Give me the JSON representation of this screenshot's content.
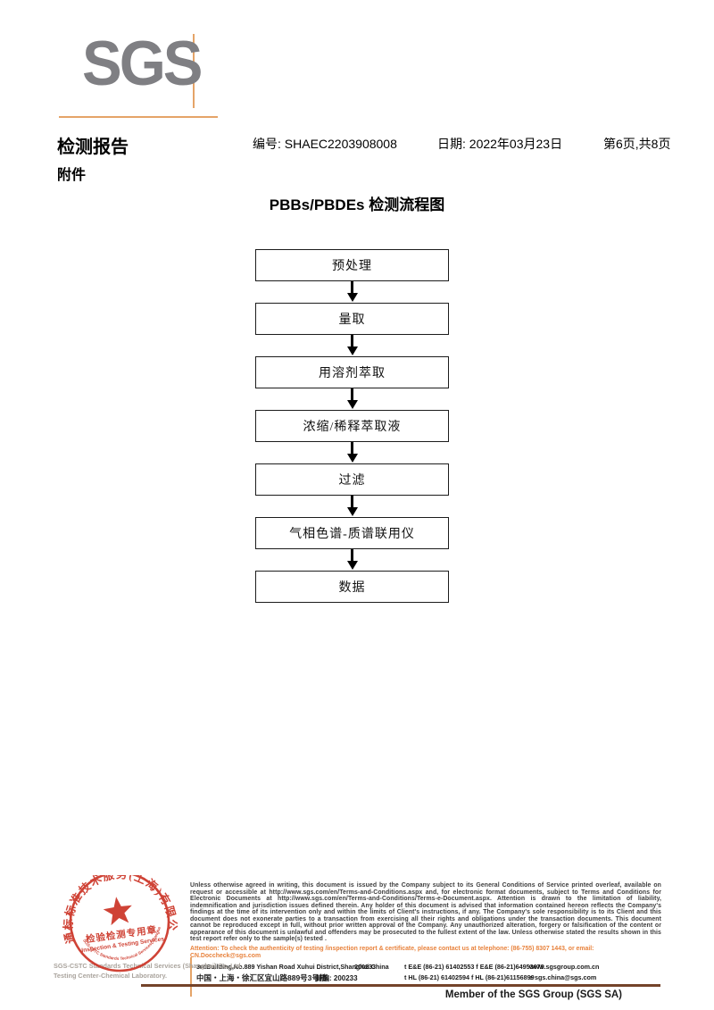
{
  "logo": {
    "text": "SGS"
  },
  "header": {
    "report_title": "检测报告",
    "report_no": "编号: SHAEC2203908008",
    "date": "日期: 2022年03月23日",
    "page_info": "第6页,共8页",
    "attachment_label": "附件"
  },
  "flowchart": {
    "title": "PBBs/PBDEs 检测流程图",
    "steps": [
      "预处理",
      "量取",
      "用溶剂萃取",
      "浓缩/稀释萃取液",
      "过滤",
      "气相色谱-质谱联用仪",
      "数据"
    ]
  },
  "stamp": {
    "ring_text": "通标标准技术服务(上海)有限公司",
    "inner_arc_text": "SGS-CSTC Standards Technical Services(Shanghai) Co.,Ltd.",
    "seal_line1": "检验检测专用章",
    "seal_line2": "Inspection & Testing Services",
    "color": "#cc3426"
  },
  "company": {
    "grey_line1": "SGS-CSTC Standards Technical Services (Shanghai) Co.,Ltd.",
    "grey_line2": "Testing Center-Chemical Laboratory."
  },
  "footer": {
    "legal_text": "Unless otherwise agreed in writing, this document is issued by the Company subject to its General Conditions of Service printed overleaf, available on request or accessible at http://www.sgs.com/en/Terms-and-Conditions.aspx and, for electronic format documents, subject to Terms and Conditions for Electronic Documents at http://www.sgs.com/en/Terms-and-Conditions/Terms-e-Document.aspx. Attention is drawn to the limitation of liability, indemnification and jurisdiction issues defined therein. Any holder of this document is advised that information contained hereon reflects the Company's findings at the time of its intervention only and within the limits of Client's instructions, if any. The Company's sole responsibility is to its Client and this document does not exonerate parties to a transaction from exercising all their rights and obligations under the transaction documents. This document cannot be reproduced except in full, without prior written approval of the Company. Any unauthorized alteration, forgery or falsification of the content or appearance of this document is unlawful and offenders may be prosecuted to the fullest extent of the law. Unless otherwise stated the results shown in this test report refer only to the sample(s) tested .",
    "attention_text": "Attention: To check the authenticity of testing /inspection report & certificate, please contact us at telephone: (86-755) 8307 1443, or email: CN.Doccheck@sgs.com",
    "address_en": "3rdBuilding,No.889 Yishan Road Xuhui District,Shanghai China",
    "postcode1": "200233",
    "phones_row1": "t E&E (86-21) 61402553    f E&E (86-21)64953679",
    "website": "www.sgsgroup.com.cn",
    "address_cn": "中国・上海・徐汇区宜山路889号3号楼",
    "postcode2": "邮编: 200233",
    "phones_row2": "t HL (86-21) 61402594     f HL (86-21)61156899",
    "email": "e  sgs.china@sgs.com",
    "member_text": "Member of the SGS Group (SGS SA)"
  },
  "colors": {
    "accent_orange_line": "#e5a468",
    "logo_grey": "#7f7f83",
    "attention_orange": "#e8823c",
    "footer_rule_brown": "#74432a",
    "stamp_red": "#cc3426"
  }
}
